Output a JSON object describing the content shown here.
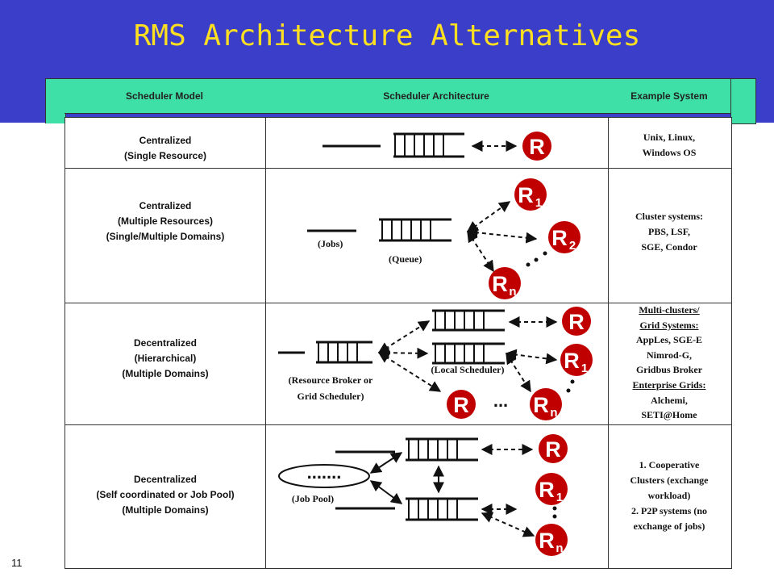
{
  "title": "RMS Architecture Alternatives",
  "page_number": "11",
  "header": {
    "model": "Scheduler Model",
    "architecture": "Scheduler Architecture",
    "example": "Example System"
  },
  "rows": [
    {
      "model_lines": [
        "Centralized",
        "(Single Resource)"
      ],
      "example_lines": [
        "Unix, Linux,",
        "Windows OS"
      ]
    },
    {
      "model_lines": [
        "Centralized",
        "(Multiple Resources)",
        "(Single/Multiple Domains)"
      ],
      "example_lines": [
        "Cluster systems:",
        "PBS, LSF,",
        "SGE,  Condor"
      ]
    },
    {
      "model_lines": [
        "Decentralized",
        "(Hierarchical)",
        "(Multiple Domains)"
      ],
      "example_lines": [
        "Multi-clusters/",
        "Grid Systems:",
        "AppLes, SGE-E",
        "Nimrod-G,",
        "Gridbus Broker",
        "Enterprise Grids:",
        "Alchemi,",
        "SETI@Home"
      ]
    },
    {
      "model_lines": [
        "Decentralized",
        "(Self coordinated or Job Pool)",
        "(Multiple Domains)"
      ],
      "example_lines": [
        "1. Cooperative",
        "Clusters (exchange",
        "workload)",
        "2. P2P systems (no",
        "exchange of jobs)"
      ]
    }
  ],
  "diagram_labels": {
    "jobs": "(Jobs)",
    "queue": "(Queue)",
    "broker_line1": "(Resource Broker or",
    "broker_line2": "Grid  Scheduler)",
    "local_scheduler": "(Local Scheduler)",
    "job_pool": "(Job Pool)",
    "pool_dots": ".......",
    "ellipsis": "...",
    "vdots": ". . ."
  },
  "resources": {
    "r": "R",
    "r1_main": "R",
    "r1_sub": "1",
    "r2_main": "R",
    "r2_sub": "2",
    "rn_main": "R",
    "rn_sub": "n"
  },
  "colors": {
    "banner": "#3a3ec8",
    "title": "#ffe020",
    "header": "#3fe0a8",
    "resource_fill": "#c00000"
  }
}
